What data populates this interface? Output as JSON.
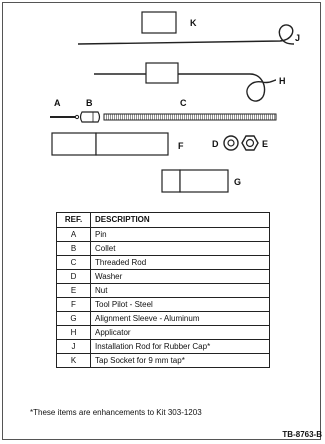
{
  "callouts": {
    "a": "A",
    "b": "B",
    "c": "C",
    "d": "D",
    "e": "E",
    "f": "F",
    "g": "G",
    "h": "H",
    "j": "J",
    "k": "K"
  },
  "table": {
    "headers": {
      "ref": "REF.",
      "description": "DESCRIPTION"
    },
    "rows": [
      {
        "ref": "A",
        "description": "Pin"
      },
      {
        "ref": "B",
        "description": "Collet"
      },
      {
        "ref": "C",
        "description": "Threaded Rod"
      },
      {
        "ref": "D",
        "description": "Washer"
      },
      {
        "ref": "E",
        "description": "Nut"
      },
      {
        "ref": "F",
        "description": "Tool Pilot - Steel"
      },
      {
        "ref": "G",
        "description": "Alignment Sleeve - Aluminum"
      },
      {
        "ref": "H",
        "description": "Applicator"
      },
      {
        "ref": "J",
        "description": "Installation Rod for Rubber Cap*"
      },
      {
        "ref": "K",
        "description": "Tap Socket for 9 mm tap*"
      }
    ]
  },
  "footnote": "*These items are enhancements to Kit 303-1203",
  "code": "TB-8763-B"
}
